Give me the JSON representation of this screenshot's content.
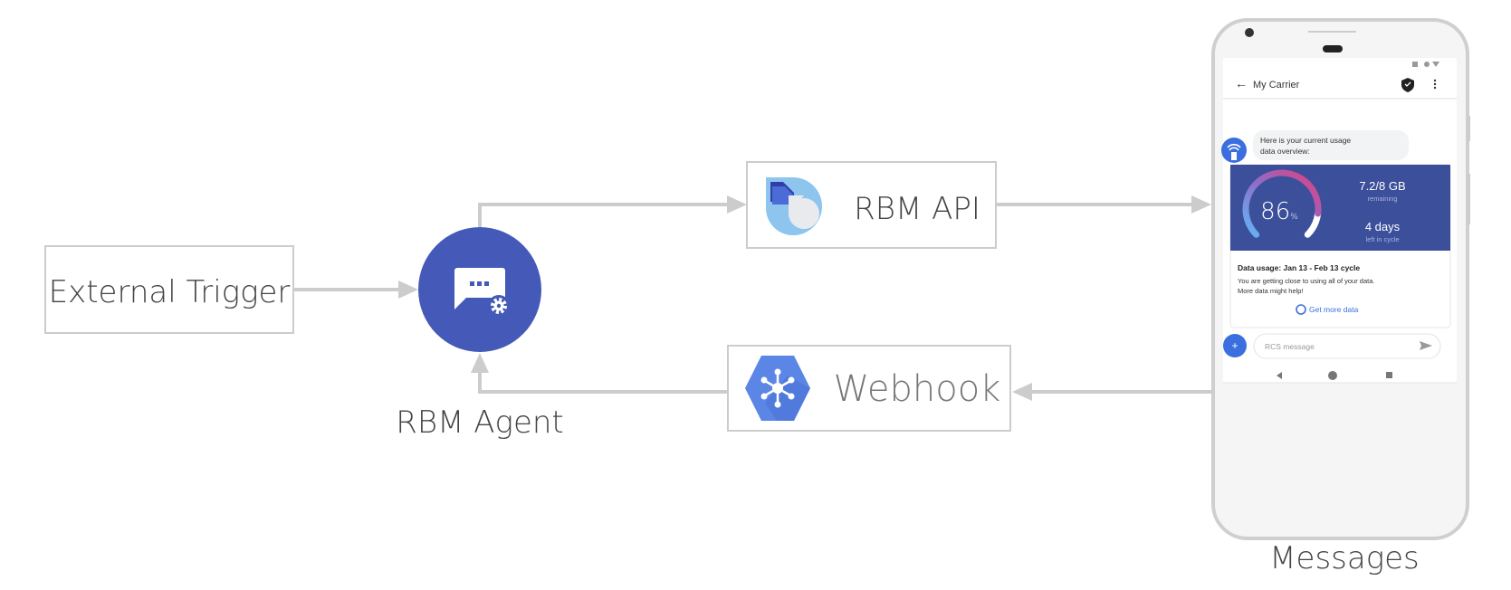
{
  "nodes": {
    "trigger": "External Trigger",
    "agent": "RBM Agent",
    "api": "RBM API",
    "webhook": "Webhook",
    "messages": "Messages"
  },
  "icons": {
    "agent": "chat-bubble-gear-icon",
    "api": "rbm-api-logo-icon",
    "webhook": "cloud-hexagon-network-icon"
  },
  "colors": {
    "agent": "#4459b8",
    "arrow": "#cccccc",
    "card": "#3c4f9a",
    "accent": "#4285f4",
    "gauge_start": "#64b5f6",
    "gauge_end": "#e0407f"
  },
  "phone": {
    "header_title": "My Carrier",
    "bubble_line1": "Here is your current usage",
    "bubble_line2": "data overview:",
    "gauge_percent": 86,
    "gauge_value": "86",
    "gauge_unit": "%",
    "data_remaining": "7.2/8 GB",
    "data_remaining_label": "remaining",
    "days_left": "4 days",
    "days_left_label": "left in cycle",
    "card_title": "Data usage: Jan 13 - Feb 13 cycle",
    "card_body_line1": "You are getting close to using all of your data.",
    "card_body_line2": "More data might help!",
    "card_action": "Get more data",
    "input_placeholder": "RCS message"
  }
}
